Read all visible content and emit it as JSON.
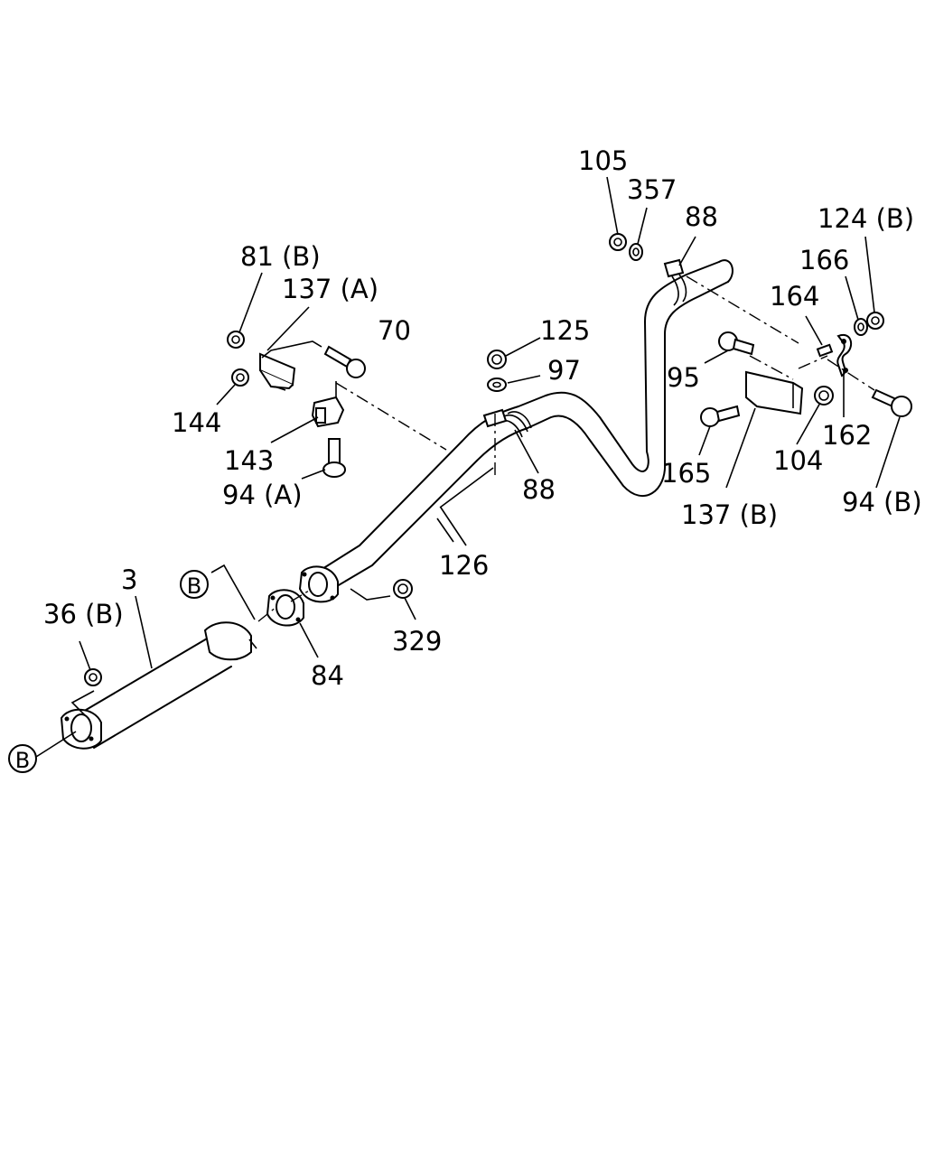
{
  "diagram": {
    "labels": {
      "l105": "105",
      "l357": "357",
      "l88_top": "88",
      "l124b": "124 (B)",
      "l166": "166",
      "l164": "164",
      "l81b": "81 (B)",
      "l137a": "137 (A)",
      "l70": "70",
      "l125": "125",
      "l97": "97",
      "l95": "95",
      "l144": "144",
      "l143": "143",
      "l94a": "94 (A)",
      "l88_mid": "88",
      "l162": "162",
      "l165": "165",
      "l104": "104",
      "l137b": "137 (B)",
      "l94b": "94 (B)",
      "l126": "126",
      "l3": "3",
      "l36b": "36 (B)",
      "l329": "329",
      "l84": "84",
      "ref_b_upper": "B",
      "ref_b_lower": "B"
    }
  }
}
